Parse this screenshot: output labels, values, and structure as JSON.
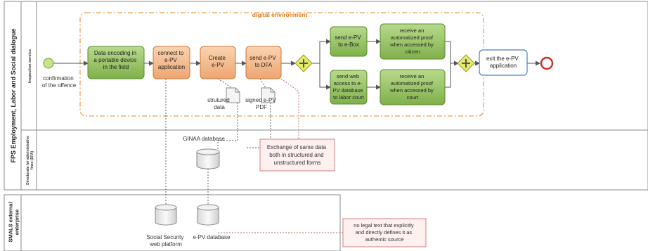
{
  "pool": {
    "main_label": "FPS Employment, Labor and Social dialogue",
    "lane_inspection": "Inspection service",
    "lane_directorate": "Directorate for administrative fines (DFA)",
    "external_label": "SMALS external enterprise"
  },
  "group_label": "digital environment",
  "start_event_label": [
    "confirmation",
    "of the offence"
  ],
  "tasks": {
    "data_encoding": [
      "Data encoding in",
      "a portable device",
      "in the field"
    ],
    "connect": [
      "connect to",
      "e-PV",
      "application"
    ],
    "create": [
      "Create",
      "e-PV"
    ],
    "send_dfa": [
      "send e-PV",
      "to DFA"
    ],
    "send_ebox": [
      "send e-PV",
      "to e-Box"
    ],
    "send_web": [
      "send web",
      "access to e-",
      "PV database",
      "to labor court"
    ],
    "proof_citizen": [
      "receive an",
      "automatized proof",
      "when accessed by",
      "citizen"
    ],
    "proof_court": [
      "receive an",
      "automatized proof",
      "when accessed by",
      "court"
    ],
    "exit": [
      "exit the e-PV",
      "application"
    ]
  },
  "data_objects": {
    "structured": [
      "strutured",
      "data"
    ],
    "pdf": [
      "signed e-PV",
      "PDF"
    ]
  },
  "data_stores": {
    "ginaa": "GINAA database",
    "social": [
      "Social Security",
      "web platform"
    ],
    "epv": "e-PV database"
  },
  "annotations": {
    "exchange": [
      "Exchange of same data",
      "both in structured and",
      "unstructured forms"
    ],
    "legal": [
      "no legal text  that explicitly",
      "and directly defines it as",
      "authentic source"
    ]
  },
  "colors": {
    "lane_line": "#8a8a8a",
    "group_border": "#e8a050",
    "group_label": "#e07b1f",
    "green_task_fill": "#8fbf5a",
    "green_task_stroke": "#5a8a2e",
    "orange_task_fill": "#f2b98a",
    "orange_task_stroke": "#c87838",
    "gateway": "#e6ea6a",
    "start_event": "#c9e58a",
    "end_event": "#d0302a",
    "annotation_border": "#d08080",
    "annotation_fill": "#fdf0ef",
    "association": "#c06060",
    "flow": "#555555",
    "exit_stroke": "#4a7fc0"
  }
}
